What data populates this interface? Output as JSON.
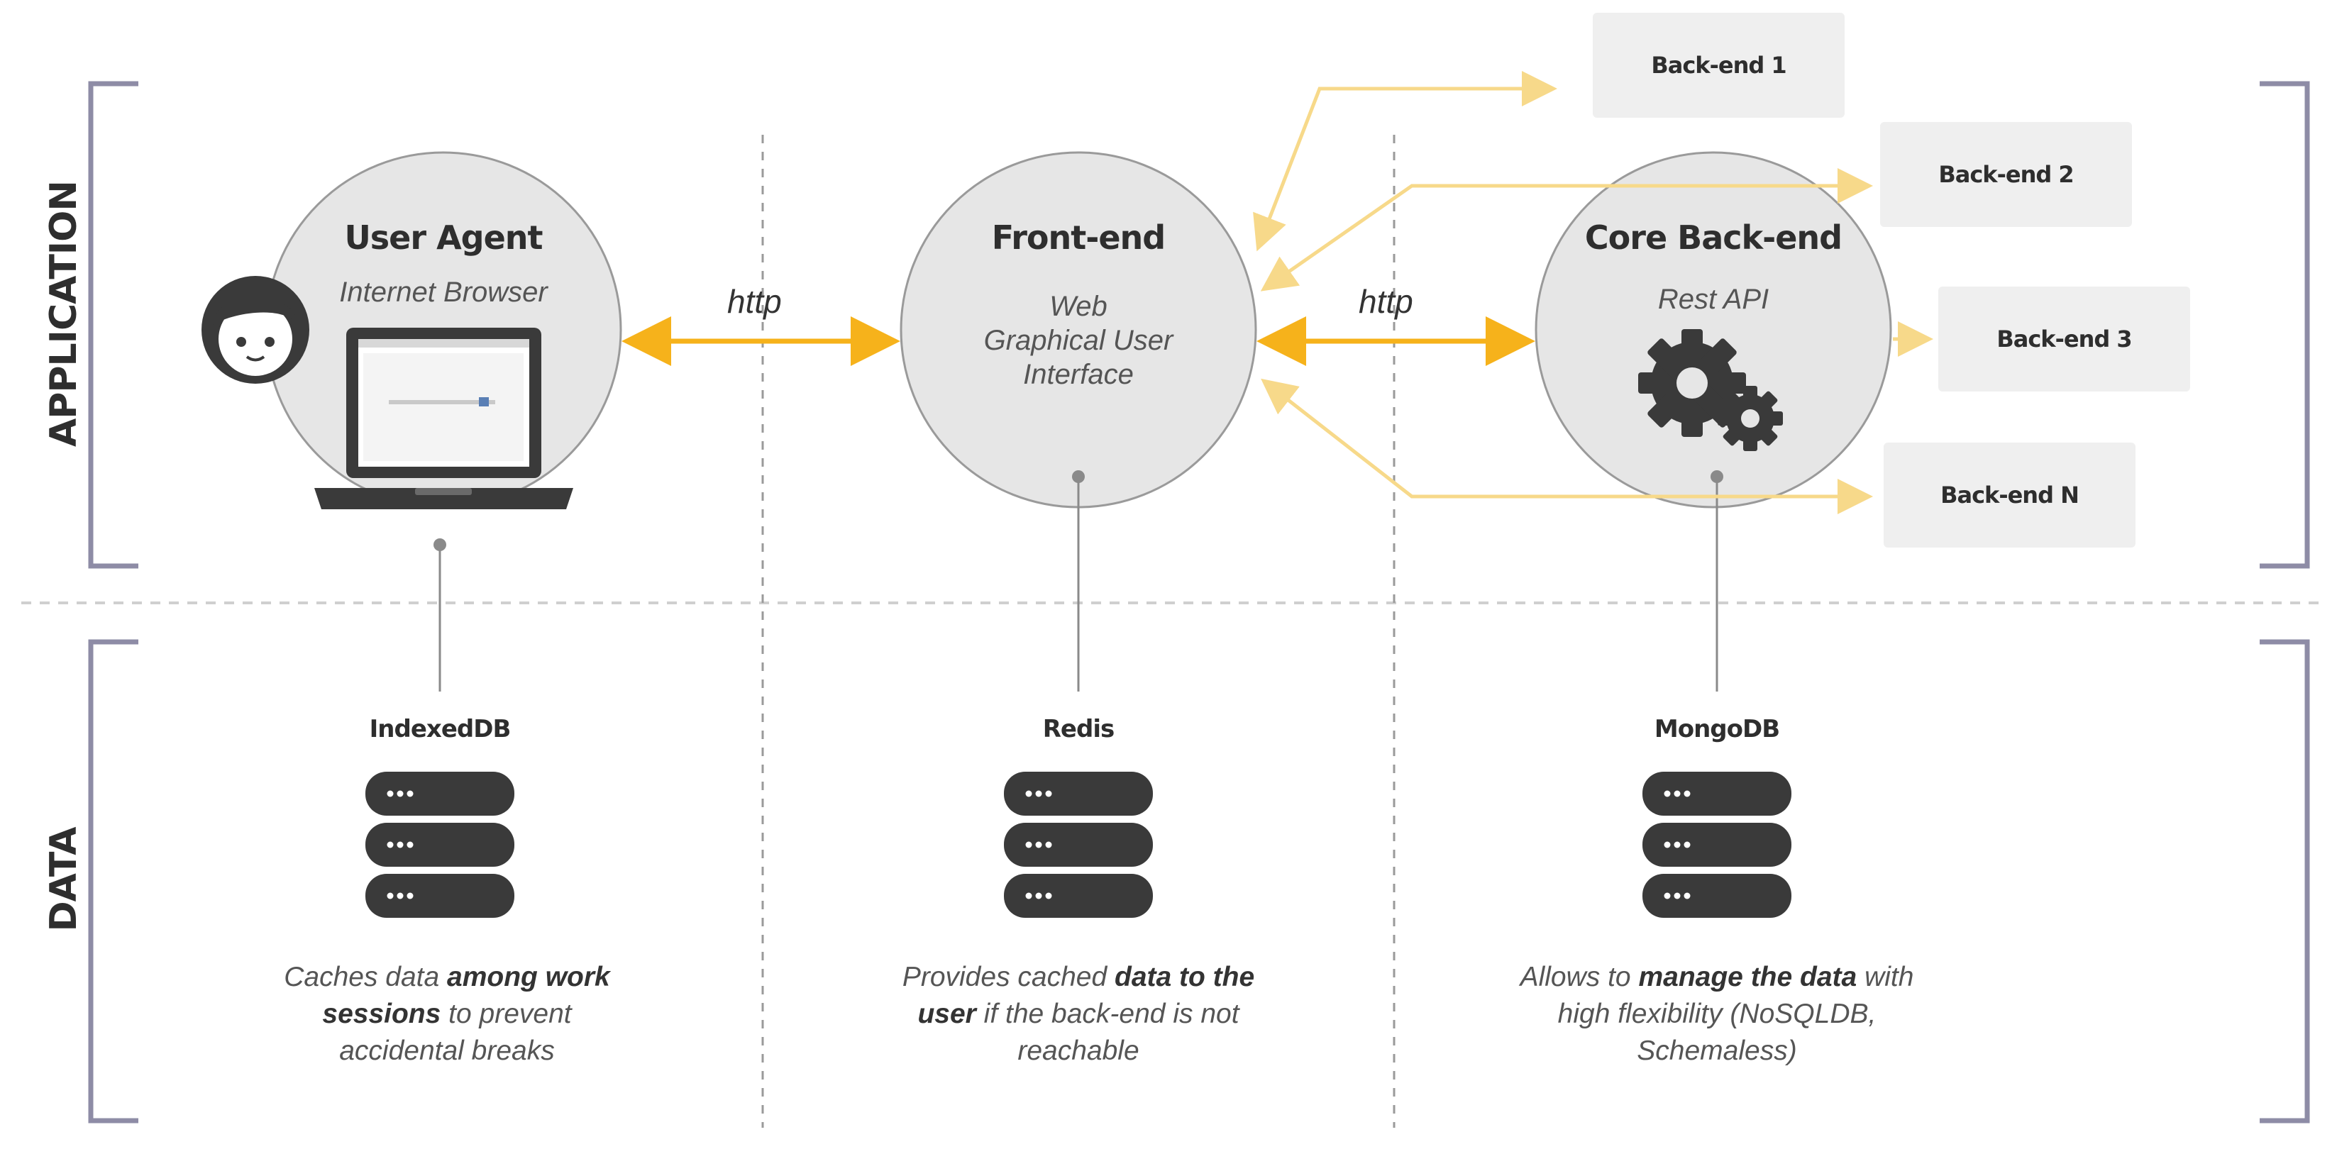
{
  "sections": {
    "application": "APPLICATION",
    "data": "DATA"
  },
  "nodes": {
    "user_agent": {
      "title": "User Agent",
      "subtitle": "Internet Browser"
    },
    "front_end": {
      "title": "Front-end",
      "subtitle_lines": [
        "Web",
        "Graphical User",
        "Interface"
      ]
    },
    "core_back_end": {
      "title": "Core Back-end",
      "subtitle": "Rest API"
    }
  },
  "connections": {
    "left_protocol": "http",
    "right_protocol": "http"
  },
  "back_ends": [
    "Back-end 1",
    "Back-end 2",
    "Back-end 3",
    "Back-end N"
  ],
  "databases": [
    {
      "name": "IndexedDB",
      "desc_parts": [
        {
          "text": "Caches data ",
          "bold": false
        },
        {
          "text": "among work sessions",
          "bold": true
        },
        {
          "text": " to prevent accidental breaks",
          "bold": false
        }
      ]
    },
    {
      "name": "Redis",
      "desc_parts": [
        {
          "text": "Provides cached ",
          "bold": false
        },
        {
          "text": "data to the user",
          "bold": true
        },
        {
          "text": " if the back-end is not reachable",
          "bold": false
        }
      ]
    },
    {
      "name": "MongoDB",
      "desc_parts": [
        {
          "text": "Allows to ",
          "bold": false
        },
        {
          "text": "manage the data",
          "bold": true
        },
        {
          "text": " with high flexibility (NoSQLDB, Schemaless)",
          "bold": false
        }
      ]
    }
  ],
  "colors": {
    "arrow": "#f6b21b",
    "arrow_light": "#f7d98a",
    "circle_fill": "#e6e6e6",
    "bracket": "#8e8ca6",
    "icon_dark": "#3a3a3a"
  }
}
